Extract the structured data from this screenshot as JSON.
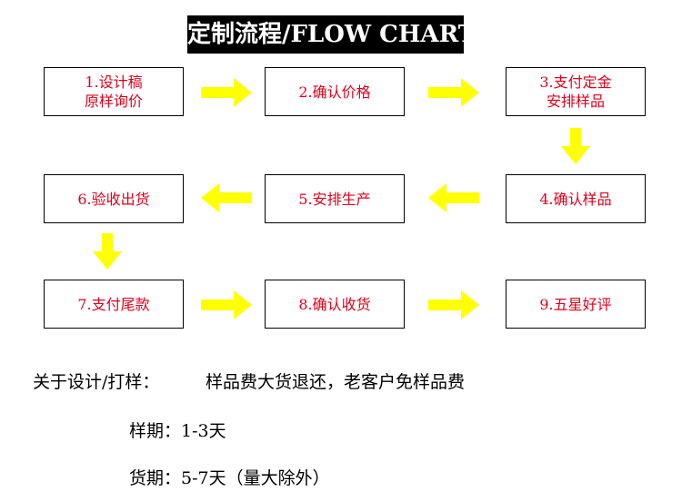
{
  "title": "定制流程/FLOW CHART",
  "steps": [
    "1.设计稿\n原样询价",
    "2.确认价格",
    "3.支付定金\n安排样品",
    "4.确认样品",
    "5.安排生产",
    "6.验收出货",
    "7.支付尾款",
    "8.确认收货",
    "9.五星好评"
  ],
  "notes": {
    "sample_policy_label": "关于设计/打样：",
    "sample_policy_text": "样品费大货退还，老客户免样品费",
    "sample_period": "样期：1-3天",
    "delivery_period": "货期：5-7天（量大除外）"
  },
  "colors": {
    "step_text": "#e0001b",
    "arrow": "#ffff00",
    "banner_bg": "#000000",
    "banner_text": "#ffffff"
  }
}
